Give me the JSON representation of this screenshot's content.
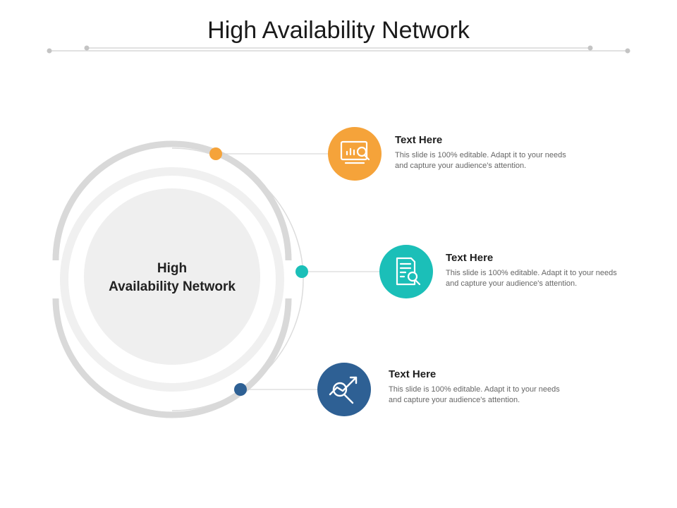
{
  "title": "High Availability Network",
  "center": {
    "line1": "High",
    "line2": "Availability  Network"
  },
  "items": [
    {
      "title": "Text Here",
      "description": "This slide is 100% editable. Adapt it to your needs and capture your audience's attention.",
      "icon": "monitor-analytics-icon",
      "color": "#F5A33A"
    },
    {
      "title": "Text Here",
      "description": "This slide is 100% editable. Adapt it to your needs and capture your audience's attention.",
      "icon": "document-search-icon",
      "color": "#1BBFB8"
    },
    {
      "title": "Text Here",
      "description": "This slide is 100% editable. Adapt it to your needs and capture your audience's attention.",
      "icon": "growth-search-icon",
      "color": "#2E6094"
    }
  ],
  "colors": {
    "ring": "#d9d9d9",
    "inner_circle": "#efefef",
    "connector": "#d0d0d0"
  }
}
